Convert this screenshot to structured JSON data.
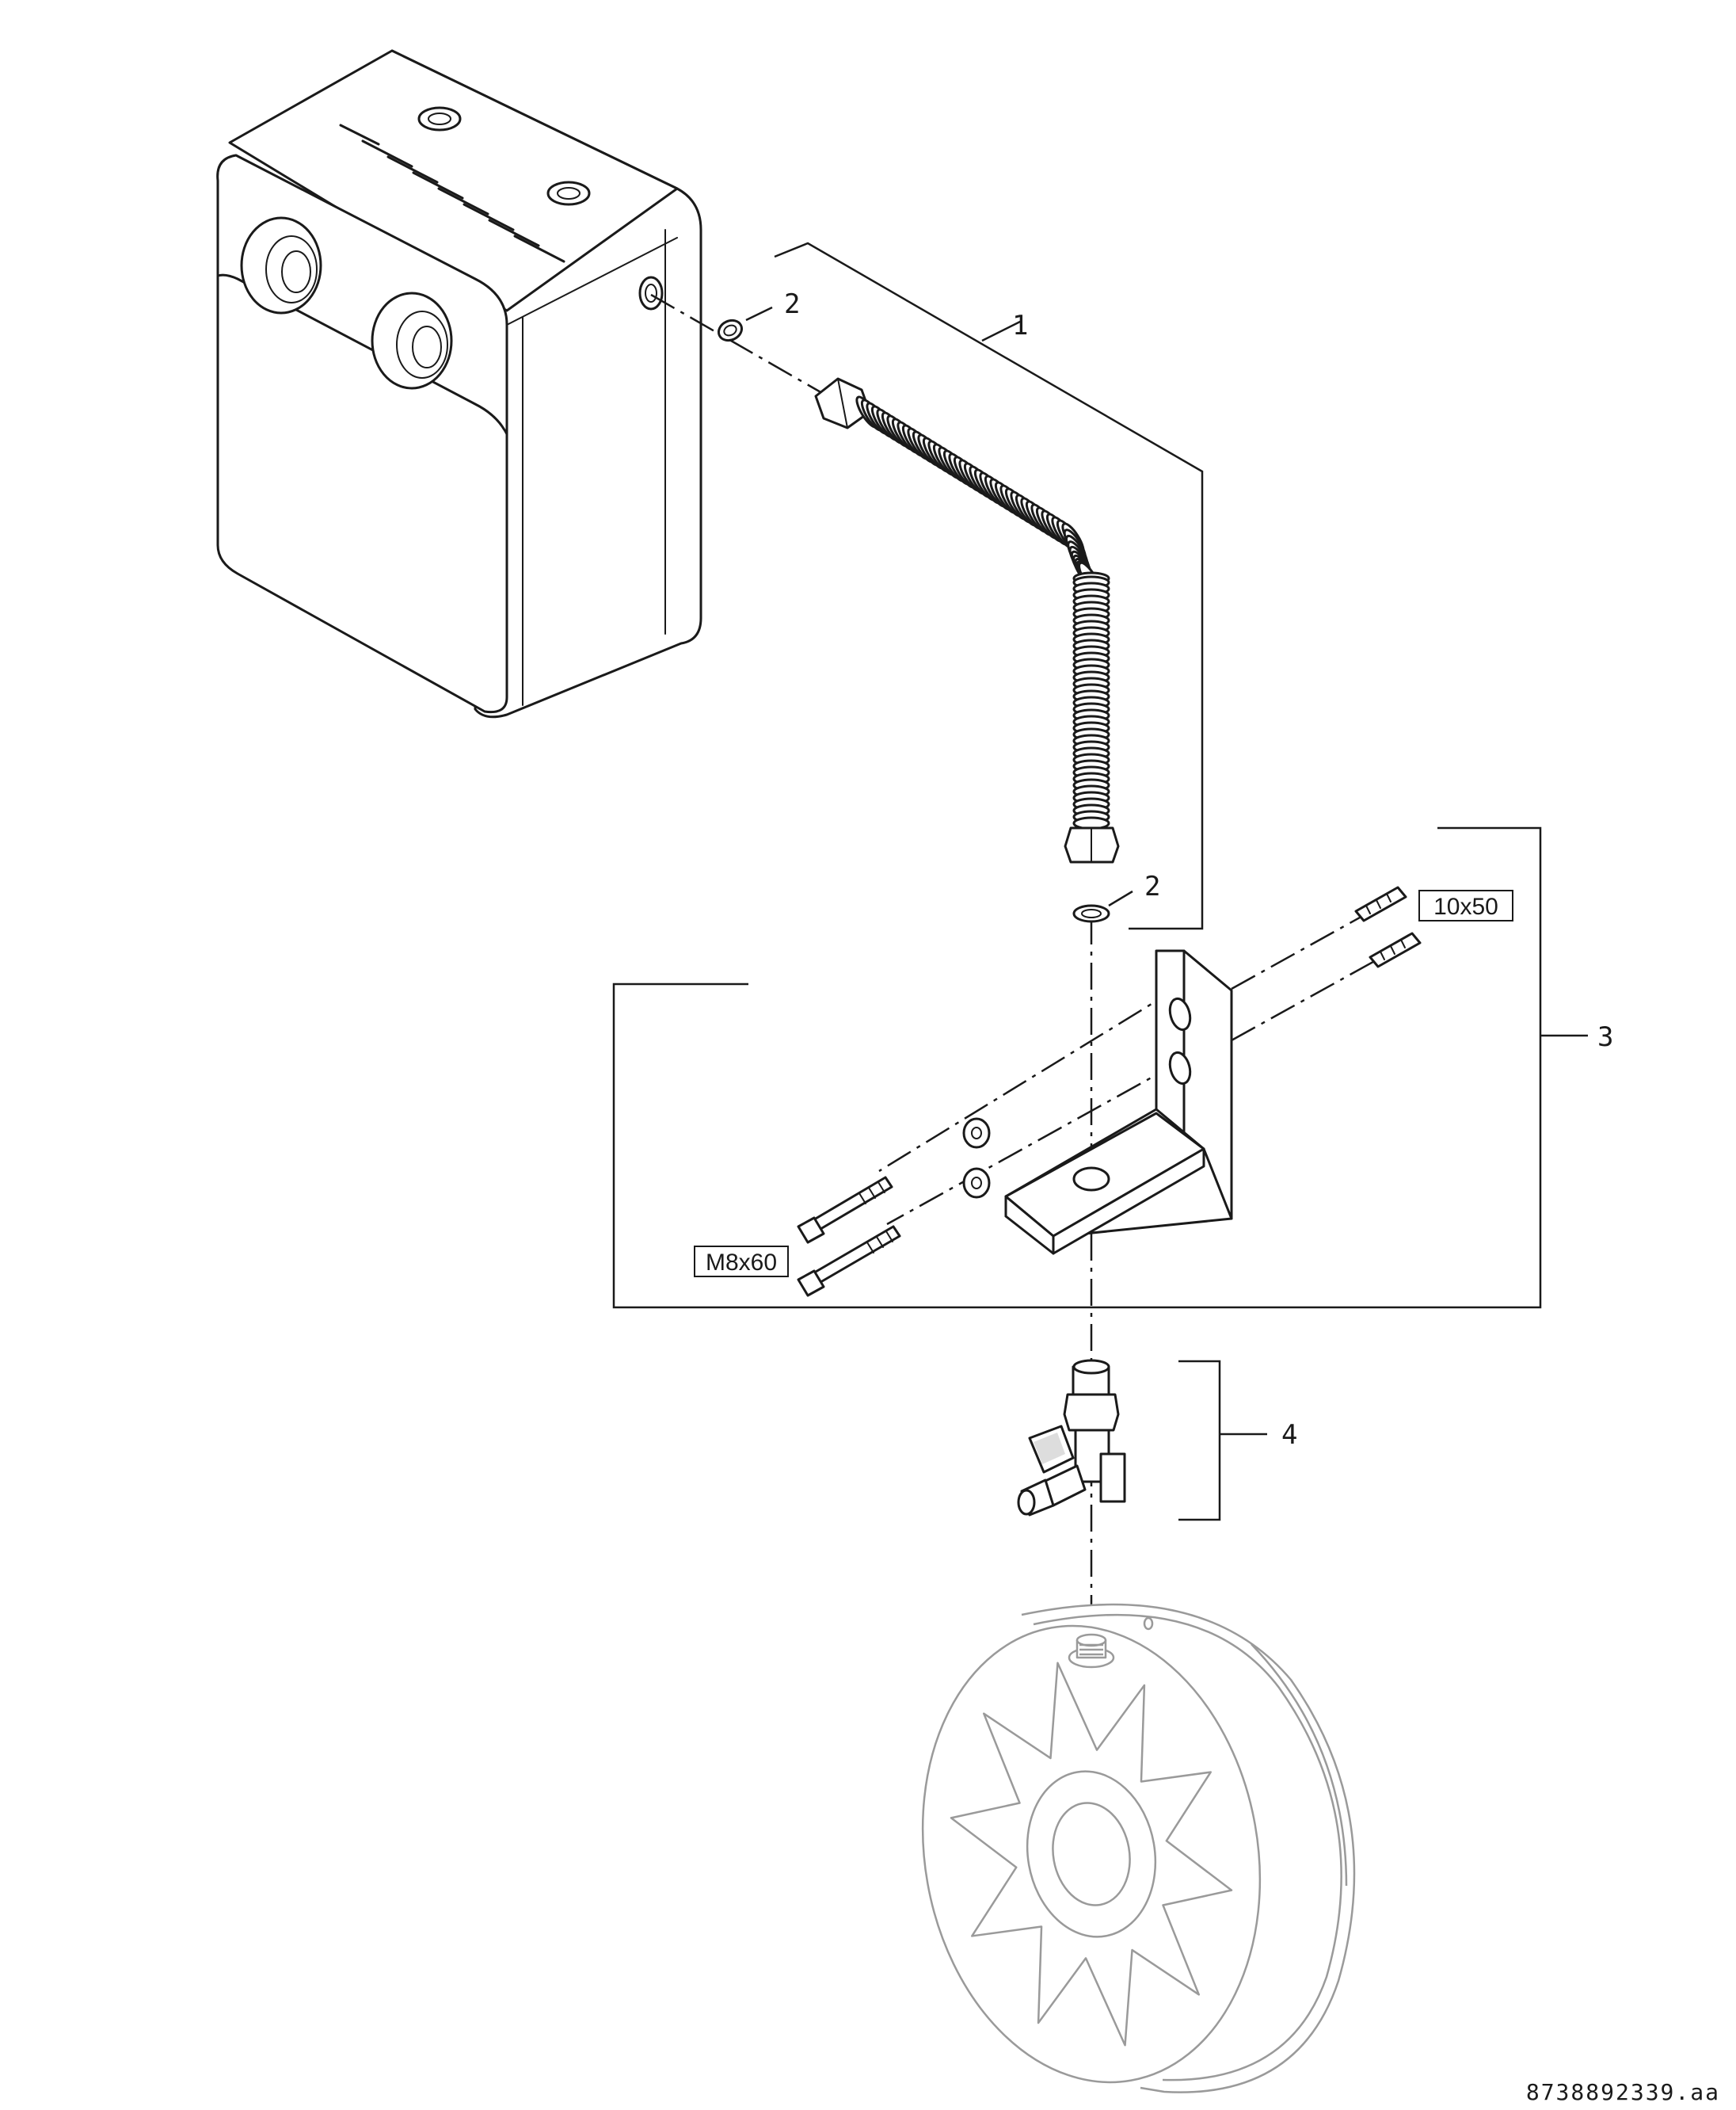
{
  "callouts": {
    "hose_assembly": "1",
    "seal_top": "2",
    "seal_bottom": "2",
    "wall_bracket_kit": "3",
    "valve": "4"
  },
  "specs": {
    "dowel_size": "10x50",
    "screw_size": "M8x60"
  },
  "document_number": "8738892339.aa"
}
